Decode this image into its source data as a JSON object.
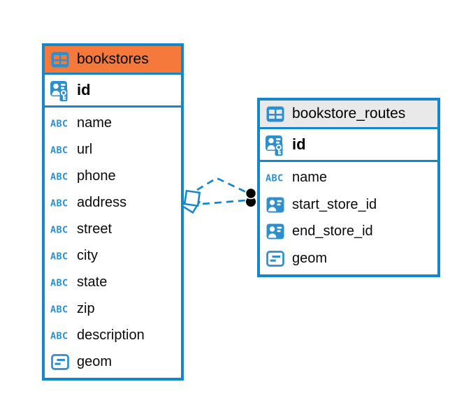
{
  "diagram": {
    "colors": {
      "table_border": "#1586c9",
      "icon_blue": "#2e8fce",
      "header_orange": "#f5793b",
      "header_gray": "#e9e9e9",
      "line_blue": "#1586c9",
      "text": "#0a0a0a",
      "background": "#ffffff"
    },
    "tables": [
      {
        "name": "bookstores",
        "header_style": "orange",
        "icon": "table-icon",
        "primary_key": {
          "label": "id",
          "icon": "person-key-icon"
        },
        "columns": [
          {
            "label": "name",
            "icon": "text-type-icon"
          },
          {
            "label": "url",
            "icon": "text-type-icon"
          },
          {
            "label": "phone",
            "icon": "text-type-icon"
          },
          {
            "label": "address",
            "icon": "text-type-icon"
          },
          {
            "label": "street",
            "icon": "text-type-icon"
          },
          {
            "label": "city",
            "icon": "text-type-icon"
          },
          {
            "label": "state",
            "icon": "text-type-icon"
          },
          {
            "label": "zip",
            "icon": "text-type-icon"
          },
          {
            "label": "description",
            "icon": "text-type-icon"
          },
          {
            "label": "geom",
            "icon": "object-type-icon"
          }
        ]
      },
      {
        "name": "bookstore_routes",
        "header_style": "gray",
        "icon": "table-icon",
        "primary_key": {
          "label": "id",
          "icon": "person-key-icon"
        },
        "columns": [
          {
            "label": "name",
            "icon": "text-type-icon"
          },
          {
            "label": "start_store_id",
            "icon": "person-icon"
          },
          {
            "label": "end_store_id",
            "icon": "person-icon"
          },
          {
            "label": "geom",
            "icon": "object-type-icon"
          }
        ]
      }
    ],
    "relationship": {
      "from_table": "bookstores",
      "to_table": "bookstore_routes",
      "line_style": "dashed",
      "line_count": 2,
      "line_color": "#1586c9",
      "from_marker": "diamond-marker",
      "to_marker": "double-dot-marker"
    }
  }
}
